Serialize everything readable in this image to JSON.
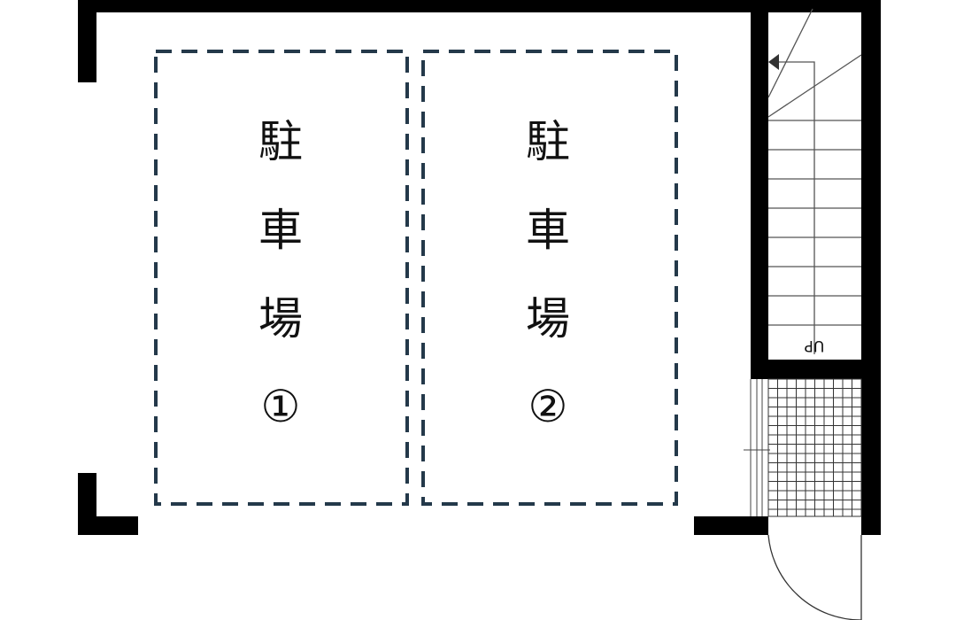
{
  "floor_plan": {
    "parking_bays": [
      {
        "chars": [
          "駐",
          "車",
          "場"
        ],
        "number": "①"
      },
      {
        "chars": [
          "駐",
          "車",
          "場"
        ],
        "number": "②"
      }
    ],
    "stair_label": "UP",
    "colors": {
      "wall": "#000000",
      "bay_outline": "#24394a",
      "stair_line": "#555555",
      "tile_line": "#333333"
    }
  }
}
